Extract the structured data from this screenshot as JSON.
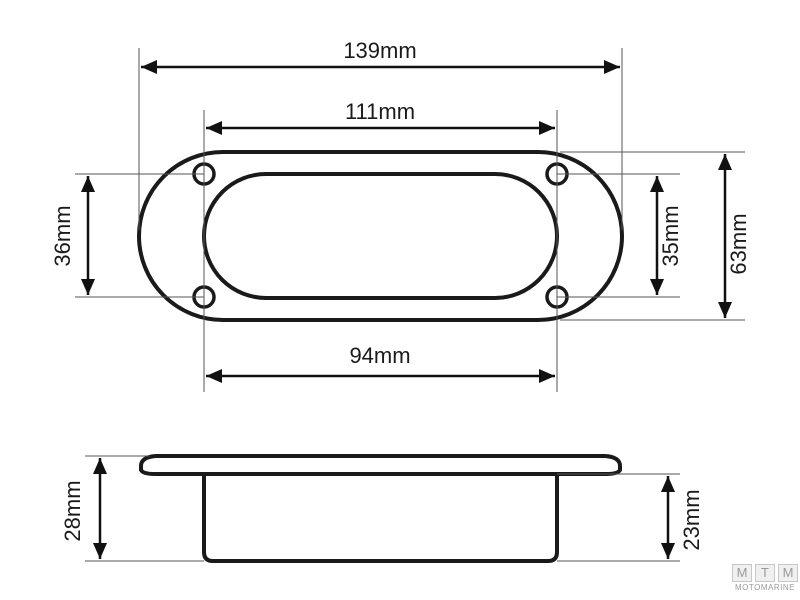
{
  "top_view": {
    "dim_overall_width": "139mm",
    "dim_hole_spacing_x": "111mm",
    "dim_opening_width": "94mm",
    "dim_hole_spacing_y": "36mm",
    "dim_opening_height": "35mm",
    "dim_overall_height": "63mm"
  },
  "side_view": {
    "dim_total_depth": "28mm",
    "dim_body_depth": "23mm"
  },
  "logo": {
    "letters": [
      "M",
      "T",
      "M"
    ],
    "text": "MOTOMARINE"
  },
  "colors": {
    "line": "#1a1a1a",
    "extension": "#555555",
    "logo": "#9a9a9a"
  }
}
